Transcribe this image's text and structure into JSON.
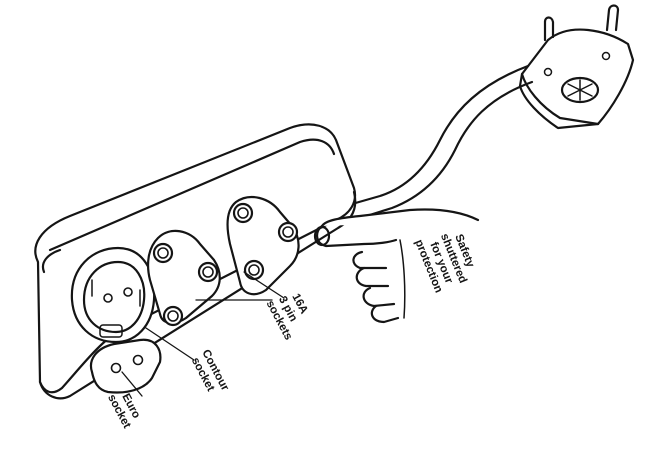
{
  "labels": {
    "euro_line1": "Euro",
    "euro_line2": "socket",
    "contour_line1": "Contour",
    "contour_line2": "socket",
    "pin16_line1": "16A",
    "pin16_line2": "3 pin",
    "pin16_line3": "sockets",
    "safety_line1": "Safety",
    "safety_line2": "shuttered",
    "safety_line3": "for your",
    "safety_line4": "protection"
  }
}
